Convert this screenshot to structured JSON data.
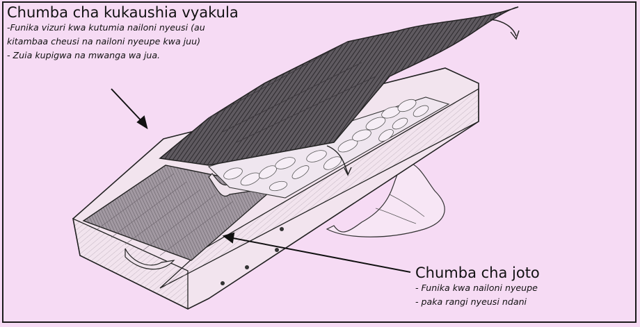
{
  "drying_chamber": {
    "title": "Chumba cha kukaushia vyakula",
    "notes": [
      "-Funika vizuri kwa kutumia nailoni nyeusi (au",
      "kitambaa cheusi na nailoni nyeupe kwa juu)",
      "- Zuia kupigwa na mwanga wa jua."
    ]
  },
  "heating_chamber": {
    "title": "Chumba cha joto",
    "notes": [
      "- Funika kwa nailoni nyeupe",
      "- paka rangi nyeusi ndani"
    ]
  },
  "colors": {
    "background": "#f6dbf4",
    "border": "#1a1a1a",
    "ink": "#222222"
  }
}
